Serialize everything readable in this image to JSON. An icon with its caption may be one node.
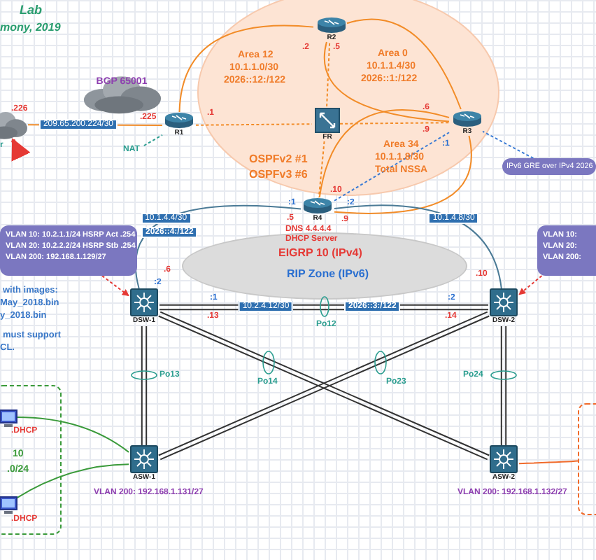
{
  "diagram": {
    "title": "Lab",
    "nodes": [
      {
        "text": [
          "R1"
        ]
      },
      {
        "text": [
          "R2"
        ],
        "in": 19
      },
      {
        "text": [
          "FR"
        ],
        "in": 19
      },
      {
        "text": [
          "R3"
        ],
        "in": 19
      },
      {
        "text": [
          "R4"
        ],
        "beside": [
          "DNS 4.4.4.4",
          "DHCP Server"
        ]
      },
      {
        "text": [
          "DSW-1"
        ]
      },
      {
        "text": [
          "DSW-2"
        ]
      },
      {
        "text": [
          "ASW-1"
        ],
        "beside": [
          "VLAN 200:  192.168.1.131/27"
        ]
      },
      {
        "text": [
          "ASW-2"
        ],
        "beside": [
          "VLAN 200:  192.168.1.132/27"
        ]
      },
      {
        "text": [],
        "shape": "cloud",
        "beside": [
          ".226",
          "r"
        ]
      },
      {
        "text": [
          "BGP 65001"
        ]
      },
      {
        "text": [
          "NAT"
        ]
      },
      {
        "text": [
          "IPv6 GRE over IPv4 2026"
        ]
      },
      {
        "text": [
          "VLAN 10:  10.2.1.1/24 HSRP Act .254",
          "VLAN 20:  10.2.2.2/24 HSRP Stb .254",
          "VLAN 200:  192.168.1.129/27"
        ]
      },
      {
        "text": [
          "VLAN 10:",
          "VLAN 20:",
          "VLAN 200:"
        ]
      },
      {
        "text": [],
        "shape": "computer",
        "in": 17,
        "beside": [
          ".DHCP"
        ]
      },
      {
        "text": [],
        "shape": "computer",
        "in": 17,
        "beside": [
          ".DHCP"
        ]
      },
      {
        "text": [
          "10",
          ".0/24"
        ]
      },
      {
        "text": [],
        "shape": "box"
      },
      {
        "text": [
          "OSPFv2 #1",
          "OSPFv3 #6"
        ]
      },
      {
        "text": [
          "EIGRP 10 (IPv4)",
          "RIP Zone (IPv6)"
        ]
      }
    ],
    "edges": [
      {
        "from": 9,
        "to": 0,
        "arrow": "none",
        "label": "209.65.200.224/30",
        "color": "#f28c28"
      },
      {
        "from": 11,
        "to": 0,
        "arrow": "none",
        "style": "dashed",
        "color": "#2a9d8f"
      },
      {
        "from": 0,
        "to": 1,
        "arrow": "none",
        "color": "#f28c28"
      },
      {
        "from": 0,
        "to": 2,
        "arrow": "none",
        "style": "dashed",
        "color": "#f28c28"
      },
      {
        "from": 2,
        "to": 3,
        "arrow": "none",
        "style": "dashed",
        "color": "#f28c28"
      },
      {
        "from": 2,
        "to": 1,
        "arrow": "none",
        "style": "dashed",
        "color": "#f28c28"
      },
      {
        "from": 2,
        "to": 4,
        "arrow": "none",
        "style": "dashed",
        "color": "#f28c28"
      },
      {
        "from": 1,
        "to": 3,
        "arrow": "none",
        "color": "#f28c28"
      },
      {
        "from": 1,
        "to": 3,
        "arrow": "none",
        "color": "#f28c28"
      },
      {
        "from": 3,
        "to": 4,
        "arrow": "none",
        "color": "#f28c28"
      },
      {
        "from": 3,
        "to": 4,
        "arrow": "none",
        "color": "#f28c28"
      },
      {
        "from": 4,
        "to": 3,
        "arrow": "none",
        "style": "dashed",
        "color": "#3a7bd5"
      },
      {
        "from": 12,
        "to": 3,
        "arrow": "none",
        "style": "dashed",
        "color": "#3a7bd5"
      },
      {
        "from": 4,
        "to": 5,
        "arrow": "none",
        "label": "10.1.4.4/30",
        "color": "#4a7a96"
      },
      {
        "from": 4,
        "to": 6,
        "arrow": "none",
        "label": "10.1.4.8/30",
        "color": "#4a7a96"
      },
      {
        "from": 5,
        "to": 6,
        "arrow": "none",
        "label": "10.2.4.12/30",
        "color": "#333333"
      },
      {
        "from": 5,
        "to": 7,
        "arrow": "none",
        "color": "#333333"
      },
      {
        "from": 5,
        "to": 8,
        "arrow": "none",
        "color": "#333333"
      },
      {
        "from": 6,
        "to": 7,
        "arrow": "none",
        "color": "#333333"
      },
      {
        "from": 6,
        "to": 8,
        "arrow": "none",
        "color": "#333333"
      },
      {
        "from": 13,
        "to": 5,
        "arrow": "to",
        "style": "dashed",
        "color": "#e53935"
      },
      {
        "from": 14,
        "to": 6,
        "arrow": "to",
        "style": "dashed",
        "color": "#e53935"
      },
      {
        "from": 15,
        "to": 7,
        "arrow": "none",
        "color": "#3a9a3a"
      },
      {
        "from": 16,
        "to": 7,
        "arrow": "none",
        "color": "#3a9a3a"
      },
      {
        "from": 8,
        "to": 18,
        "arrow": "none",
        "color": "#f06a2a"
      },
      {
        "from": null,
        "to": 9,
        "arrow": "to",
        "style": "thick",
        "color": "#e53935"
      }
    ],
    "labels": [
      "mony, 2019",
      ".225",
      ".1",
      "Area 12",
      "10.1.1.0/30",
      "2026::12:/122",
      ".2",
      ".5",
      "Area 0",
      "10.1.1.4/30",
      "2026::1:/122",
      ".6",
      ".9",
      ":1",
      "Area 34",
      "10.1.1.8/30",
      "Total NSSA",
      ".10",
      ":2",
      ":1",
      ".5",
      "2026::4:/122",
      ":2",
      ".6",
      ".9",
      ".10",
      ":1",
      ".13",
      "2026::3:/122",
      ":2",
      ".14",
      "Po12",
      "Po13",
      "Po14",
      "Po23",
      "Po24",
      "with images:",
      "May_2018.bin",
      "y_2018.bin",
      "must support",
      "CL."
    ]
  }
}
